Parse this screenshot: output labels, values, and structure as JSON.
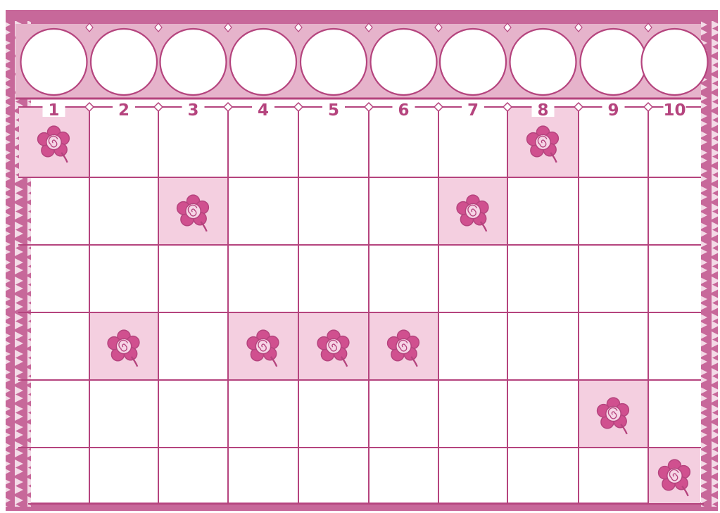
{
  "board": {
    "columns": [
      "1",
      "2",
      "3",
      "4",
      "5",
      "6",
      "7",
      "8",
      "9",
      "10"
    ],
    "rows": 6,
    "flower_tiles": [
      {
        "row": 1,
        "col": 1
      },
      {
        "row": 1,
        "col": 8
      },
      {
        "row": 2,
        "col": 3
      },
      {
        "row": 2,
        "col": 7
      },
      {
        "row": 4,
        "col": 2
      },
      {
        "row": 4,
        "col": 4
      },
      {
        "row": 4,
        "col": 5
      },
      {
        "row": 4,
        "col": 6
      },
      {
        "row": 5,
        "col": 9
      },
      {
        "row": 6,
        "col": 10
      }
    ],
    "tile_icon": "flower-icon",
    "colors": {
      "line": "#b5447e",
      "frame": "#c7689a",
      "frame_light": "#e6b3cb",
      "tile_fill": "#f4cfe0",
      "flower_fill": "#d0508f",
      "background": "#ffffff"
    }
  }
}
